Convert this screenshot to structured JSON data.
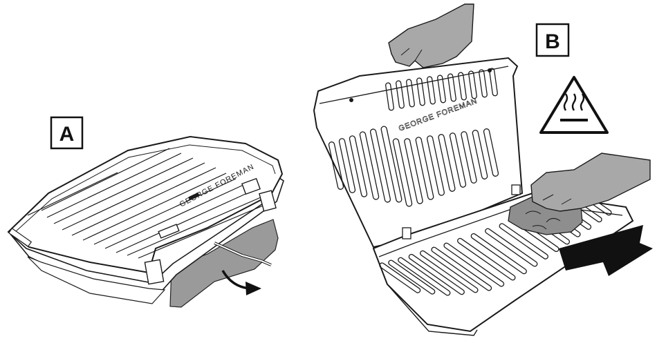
{
  "panels": {
    "a": {
      "label": "A",
      "brand": "GEORGE FOREMAN"
    },
    "b": {
      "label": "B",
      "brand": "GEORGE FOREMAN"
    }
  },
  "icons": {
    "warning": "hot-surface-warning-icon",
    "arrow_a": "curved-arrow-icon",
    "arrow_b": "pull-out-arrow-icon"
  },
  "colors": {
    "line": "#1a1a1a",
    "tray": "#9a9a9a",
    "skin": "#a8a8a8",
    "cloth": "#8e8e8e"
  }
}
